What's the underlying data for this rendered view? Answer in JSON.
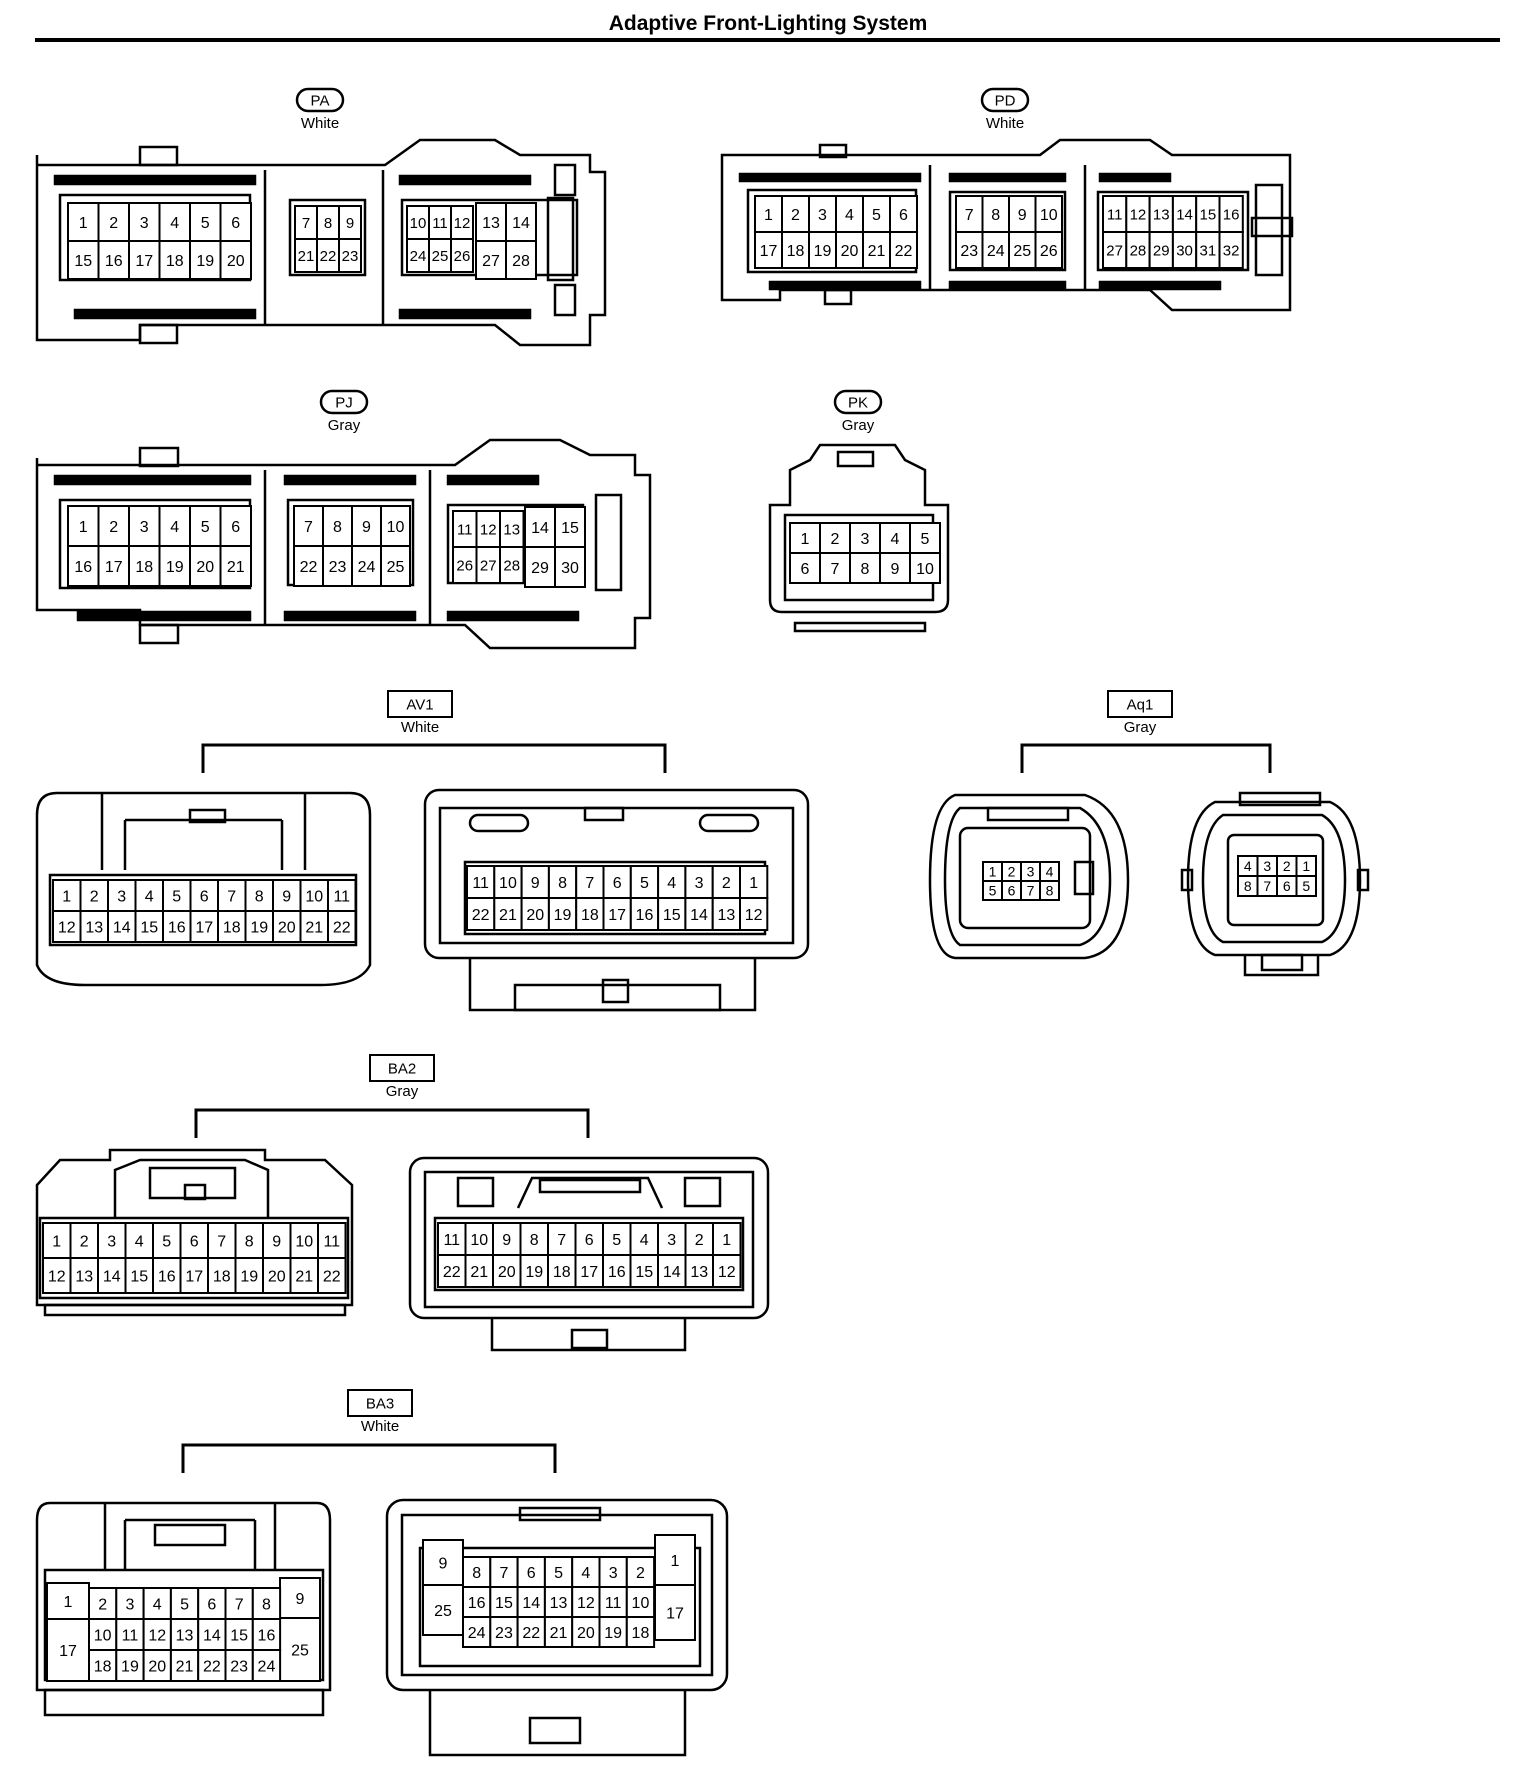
{
  "title": "Adaptive Front-Lighting System",
  "connectors": [
    {
      "id": "PA",
      "color": "White",
      "label_style": "oval"
    },
    {
      "id": "PD",
      "color": "White",
      "label_style": "oval"
    },
    {
      "id": "PJ",
      "color": "Gray",
      "label_style": "oval"
    },
    {
      "id": "PK",
      "color": "Gray",
      "label_style": "oval"
    },
    {
      "id": "AV1",
      "color": "White",
      "label_style": "box"
    },
    {
      "id": "Aq1",
      "color": "Gray",
      "label_style": "box"
    },
    {
      "id": "BA2",
      "color": "Gray",
      "label_style": "box"
    },
    {
      "id": "BA3",
      "color": "White",
      "label_style": "box"
    }
  ],
  "pins": {
    "PA": [
      [
        "1",
        "2",
        "3",
        "4",
        "5",
        "6"
      ],
      [
        "15",
        "16",
        "17",
        "18",
        "19",
        "20"
      ],
      [
        "7",
        "8",
        "9"
      ],
      [
        "21",
        "22",
        "23"
      ],
      [
        "10",
        "11",
        "12"
      ],
      [
        "24",
        "25",
        "26"
      ],
      [
        "13",
        "14"
      ],
      [
        "27",
        "28"
      ]
    ],
    "PD": [
      [
        "1",
        "2",
        "3",
        "4",
        "5",
        "6"
      ],
      [
        "17",
        "18",
        "19",
        "20",
        "21",
        "22"
      ],
      [
        "7",
        "8",
        "9",
        "10"
      ],
      [
        "23",
        "24",
        "25",
        "26"
      ],
      [
        "11",
        "12",
        "13",
        "14",
        "15",
        "16"
      ],
      [
        "27",
        "28",
        "29",
        "30",
        "31",
        "32"
      ]
    ],
    "PJ": [
      [
        "1",
        "2",
        "3",
        "4",
        "5",
        "6"
      ],
      [
        "16",
        "17",
        "18",
        "19",
        "20",
        "21"
      ],
      [
        "7",
        "8",
        "9",
        "10"
      ],
      [
        "22",
        "23",
        "24",
        "25"
      ],
      [
        "11",
        "12",
        "13"
      ],
      [
        "26",
        "27",
        "28"
      ],
      [
        "14",
        "15"
      ],
      [
        "29",
        "30"
      ]
    ],
    "PK": [
      [
        "1",
        "2",
        "3",
        "4",
        "5"
      ],
      [
        "6",
        "7",
        "8",
        "9",
        "10"
      ]
    ],
    "AV1_a": [
      [
        "1",
        "2",
        "3",
        "4",
        "5",
        "6",
        "7",
        "8",
        "9",
        "10",
        "11"
      ],
      [
        "12",
        "13",
        "14",
        "15",
        "16",
        "17",
        "18",
        "19",
        "20",
        "21",
        "22"
      ]
    ],
    "AV1_b": [
      [
        "11",
        "10",
        "9",
        "8",
        "7",
        "6",
        "5",
        "4",
        "3",
        "2",
        "1"
      ],
      [
        "22",
        "21",
        "20",
        "19",
        "18",
        "17",
        "16",
        "15",
        "14",
        "13",
        "12"
      ]
    ],
    "Aq1_a": [
      [
        "1",
        "2",
        "3",
        "4"
      ],
      [
        "5",
        "6",
        "7",
        "8"
      ]
    ],
    "Aq1_b": [
      [
        "4",
        "3",
        "2",
        "1"
      ],
      [
        "8",
        "7",
        "6",
        "5"
      ]
    ],
    "BA2_a": [
      [
        "1",
        "2",
        "3",
        "4",
        "5",
        "6",
        "7",
        "8",
        "9",
        "10",
        "11"
      ],
      [
        "12",
        "13",
        "14",
        "15",
        "16",
        "17",
        "18",
        "19",
        "20",
        "21",
        "22"
      ]
    ],
    "BA2_b": [
      [
        "11",
        "10",
        "9",
        "8",
        "7",
        "6",
        "5",
        "4",
        "3",
        "2",
        "1"
      ],
      [
        "22",
        "21",
        "20",
        "19",
        "18",
        "17",
        "16",
        "15",
        "14",
        "13",
        "12"
      ]
    ],
    "BA3_a_side": [
      "1",
      "17",
      "9",
      "25"
    ],
    "BA3_a": [
      [
        "2",
        "3",
        "4",
        "5",
        "6",
        "7",
        "8"
      ],
      [
        "10",
        "11",
        "12",
        "13",
        "14",
        "15",
        "16"
      ],
      [
        "18",
        "19",
        "20",
        "21",
        "22",
        "23",
        "24"
      ]
    ],
    "BA3_b_side": [
      "9",
      "25",
      "1",
      "17"
    ],
    "BA3_b": [
      [
        "8",
        "7",
        "6",
        "5",
        "4",
        "3",
        "2"
      ],
      [
        "16",
        "15",
        "14",
        "13",
        "12",
        "11",
        "10"
      ],
      [
        "24",
        "23",
        "22",
        "21",
        "20",
        "19",
        "18"
      ]
    ]
  }
}
